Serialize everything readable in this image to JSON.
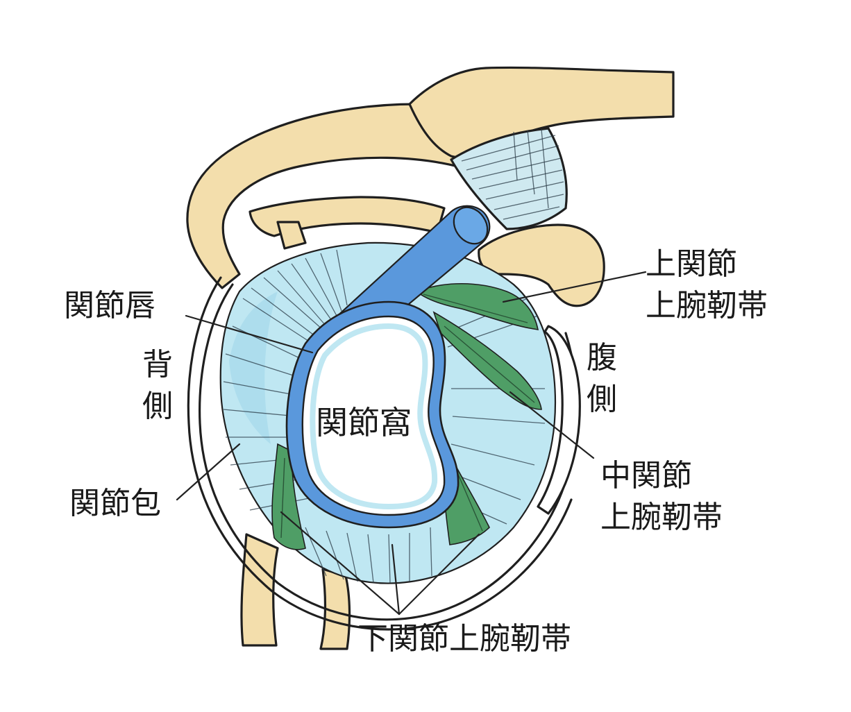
{
  "labels": {
    "glenoid_fossa": "関節窩",
    "labrum": "関節唇",
    "capsule": "関節包",
    "posterior_side": "背側",
    "anterior_side": "腹側",
    "sghl": "上関節上腕靭帯",
    "mghl": "中関節上腕靭帯",
    "ighl": "下関節上腕靭帯"
  },
  "colors": {
    "bone": "#f3deac",
    "capsule": "#bfe7f2",
    "capsule_dark": "#9fd6ea",
    "labrum": "#5a98dc",
    "ligament": "#4f9e66",
    "outline": "#1f1f1f"
  }
}
